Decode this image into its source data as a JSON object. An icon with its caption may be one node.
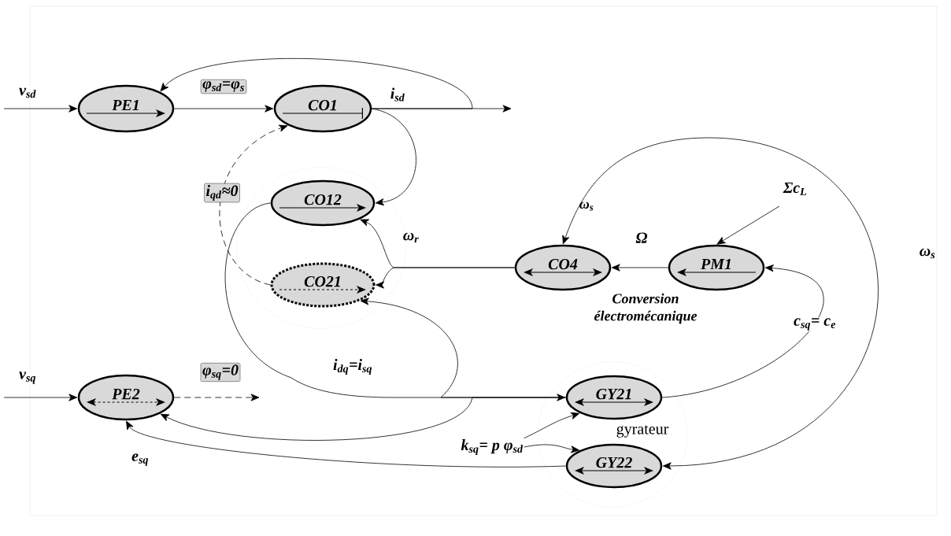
{
  "diagram": {
    "nodes": [
      {
        "text": [
          "PE1"
        ]
      },
      {
        "text": [
          "CO1"
        ]
      },
      {
        "text": [],
        "shape": "circle"
      },
      {
        "text": [
          "CO12"
        ],
        "in": 2
      },
      {
        "text": [
          "CO21"
        ],
        "in": 2
      },
      {
        "text": [
          "CO4"
        ]
      },
      {
        "text": [
          "PM1"
        ]
      },
      {
        "text": [
          "PE2"
        ]
      },
      {
        "text": [
          "gyrateur"
        ]
      },
      {
        "text": [
          "GY21"
        ],
        "in": 8
      },
      {
        "text": [
          "GY22"
        ],
        "in": 8
      },
      {
        "text": [
          "k$_{sq}$= p φ$_{sd}$"
        ]
      }
    ],
    "edges": [
      {
        "from": null,
        "to": 0,
        "arrow": "to",
        "label": "v$_{sd}$"
      },
      {
        "from": 0,
        "to": 1,
        "arrow": "to",
        "label": "φ$_{sd}$=φ$_{s}$"
      },
      {
        "from": 1,
        "to": null,
        "arrow": "to",
        "label": "i$_{sd}$"
      },
      {
        "from": 1,
        "to": 0,
        "arrow": "to"
      },
      {
        "from": 1,
        "to": 3,
        "arrow": "to"
      },
      {
        "from": 4,
        "to": 1,
        "arrow": "to",
        "style": "dashed",
        "label": "i$_{qd}$≈0"
      },
      {
        "from": 5,
        "to": 3,
        "arrow": "to",
        "label": "ω$_{r}$"
      },
      {
        "from": 5,
        "to": 4,
        "arrow": "to"
      },
      {
        "from": 6,
        "to": 5,
        "arrow": "to",
        "label": "Ω"
      },
      {
        "from": null,
        "to": 6,
        "arrow": "to",
        "label": "Σc$_{L}$"
      },
      {
        "from": 10,
        "to": 5,
        "arrow": "both",
        "label": "ω$_{s}$"
      },
      {
        "from": 9,
        "to": 6,
        "arrow": "to",
        "label": "c$_{sq}$= c$_{e}$"
      },
      {
        "from": 3,
        "to": 9,
        "arrow": "to",
        "label": "i$_{dq}$=i$_{sq}$"
      },
      {
        "from": 9,
        "to": 4,
        "arrow": "to"
      },
      {
        "from": 9,
        "to": 7,
        "arrow": "to"
      },
      {
        "from": 10,
        "to": 7,
        "arrow": "to",
        "label": "e$_{sq}$"
      },
      {
        "from": null,
        "to": 7,
        "arrow": "to",
        "label": "v$_{sq}$"
      },
      {
        "from": 7,
        "to": null,
        "arrow": "to",
        "style": "dashed",
        "label": "φ$_{sq}$=0"
      },
      {
        "from": 11,
        "to": 9,
        "arrow": "to"
      },
      {
        "from": 11,
        "to": 10,
        "arrow": "to"
      }
    ],
    "labels": [
      "ω$_{s}$",
      "Conversion électromécanique"
    ]
  }
}
